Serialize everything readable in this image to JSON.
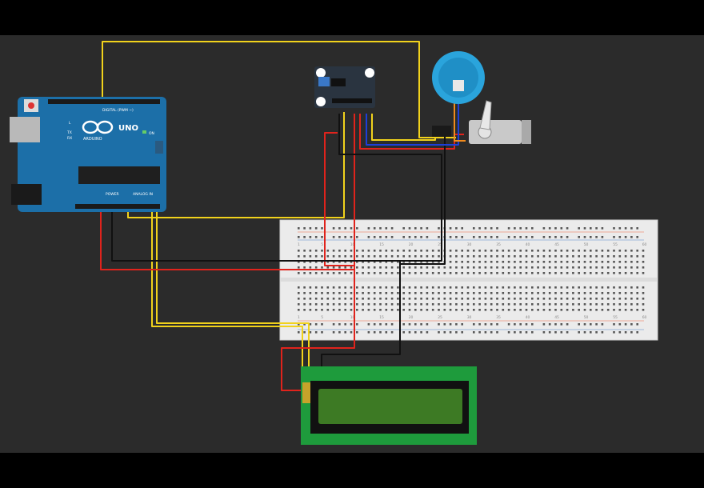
{
  "canvas": {
    "background": "#2b2b2b",
    "letterbox": "#000000"
  },
  "arduino": {
    "brand_label": "UNO",
    "sub_label": "ARDUINO",
    "digital_label": "DIGITAL (PWM ~)",
    "power_label": "POWER",
    "analog_label": "ANALOG IN",
    "on_label": "ON",
    "tx_label": "TX",
    "rx_label": "RX",
    "l_label": "L",
    "color": "#1c6fa8"
  },
  "breadboard": {
    "column_numbers_top": [
      "1",
      "5",
      "10",
      "15",
      "20",
      "25",
      "30",
      "35",
      "40",
      "45",
      "50",
      "55",
      "60"
    ],
    "column_numbers_bottom": [
      "1",
      "5",
      "10",
      "15",
      "20",
      "25",
      "30",
      "35",
      "40",
      "45",
      "50",
      "55",
      "60"
    ]
  },
  "lcd": {
    "board_color": "#1e9b3c",
    "screen_color": "#3d7a24"
  },
  "wire_colors": {
    "yellow": "#f1d21c",
    "red": "#e0231c",
    "black": "#111111",
    "blue": "#1d3fd8",
    "orange": "#f08a1c"
  },
  "components": {
    "sensor": "sensor-module",
    "buzzer": "buzzer",
    "servo": "servo-motor",
    "lcd": "lcd-display"
  }
}
